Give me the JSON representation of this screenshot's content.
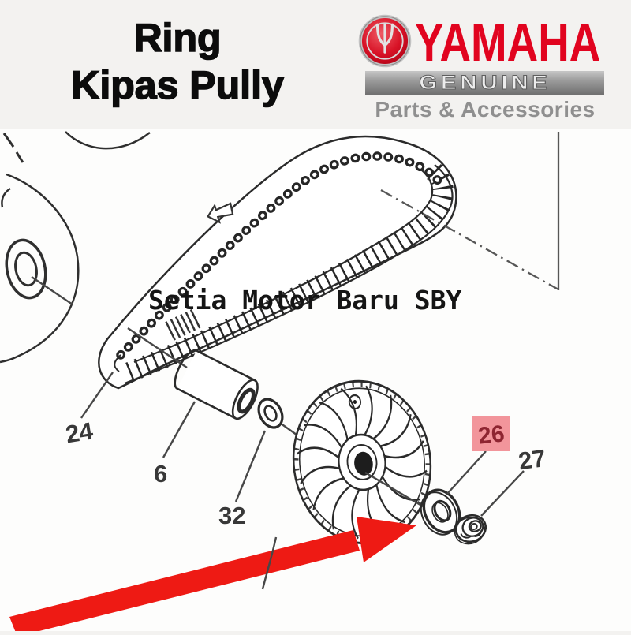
{
  "header": {
    "title_line1": "Ring",
    "title_line2": "Kipas Pully",
    "brand": {
      "name": "YAMAHA",
      "genuine": "GENUINE",
      "tagline": "Parts & Accessories",
      "brand_red": "#e1041f"
    }
  },
  "watermark": "Setia Motor Baru SBY",
  "diagram": {
    "labels": {
      "belt": "24",
      "collar": "6",
      "plate_washer": "32",
      "ring_washer": "26",
      "nut": "27"
    },
    "highlighted_part": "26",
    "highlight_bg": "#f2959b",
    "highlight_text_color": "#8e2531",
    "arrow_color": "#ee1a14"
  }
}
